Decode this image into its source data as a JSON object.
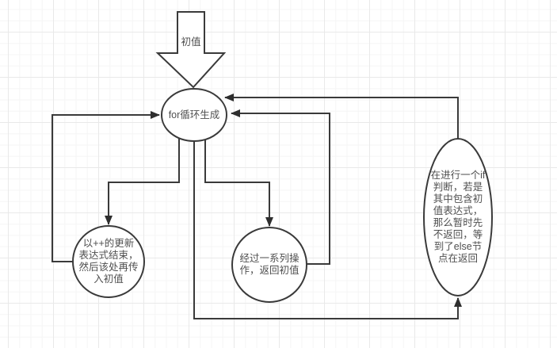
{
  "canvas": {
    "background_color": "#ffffff",
    "grid_minor_color": "#f5f5f5",
    "grid_major_color": "#e9e9e9",
    "shape_stroke_color": "#3a3a3a",
    "shape_fill_color": "#ffffff",
    "arrowhead_color": "#2e2e2e",
    "text_color": "#4f4f4f"
  },
  "nodes": {
    "initial_value": {
      "shape": "down-arrow",
      "label": "初值"
    },
    "for_loop": {
      "shape": "ellipse",
      "label": "for循环生成"
    },
    "update_expression": {
      "shape": "circle",
      "label": "以++的更新\n表达式结束，\n然后该处再传\n入初值"
    },
    "operations": {
      "shape": "circle",
      "label": "经过一系列操\n作，返回初值"
    },
    "if_judgment": {
      "shape": "ellipse",
      "label": "在进行一个if\n判断，若是\n其中包含初\n值表达式，\n那么暂时先\n不返回，等\n到了else节\n点在返回"
    }
  }
}
